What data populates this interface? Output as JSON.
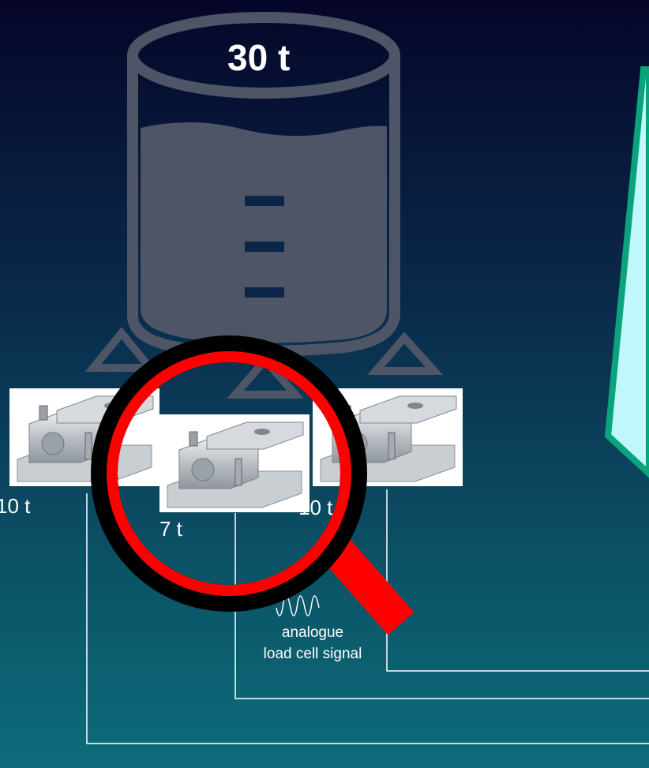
{
  "tank": {
    "capacity_label": "30 t"
  },
  "load_cells": [
    {
      "label": "10 t"
    },
    {
      "label": "7 t"
    },
    {
      "label": "10 t"
    }
  ],
  "signal": {
    "line1": "analogue",
    "line2": "load cell signal"
  },
  "colors": {
    "tank": "#4d5566",
    "magnifier_ring": "#ff0000",
    "magnifier_rim": "#000000",
    "panel_fill": "#bff7fa",
    "panel_border": "#0aa37c",
    "wire": "#ffffff"
  },
  "icons": [
    "tank-icon",
    "load-cell-image",
    "magnifier-icon",
    "wave-icon"
  ]
}
